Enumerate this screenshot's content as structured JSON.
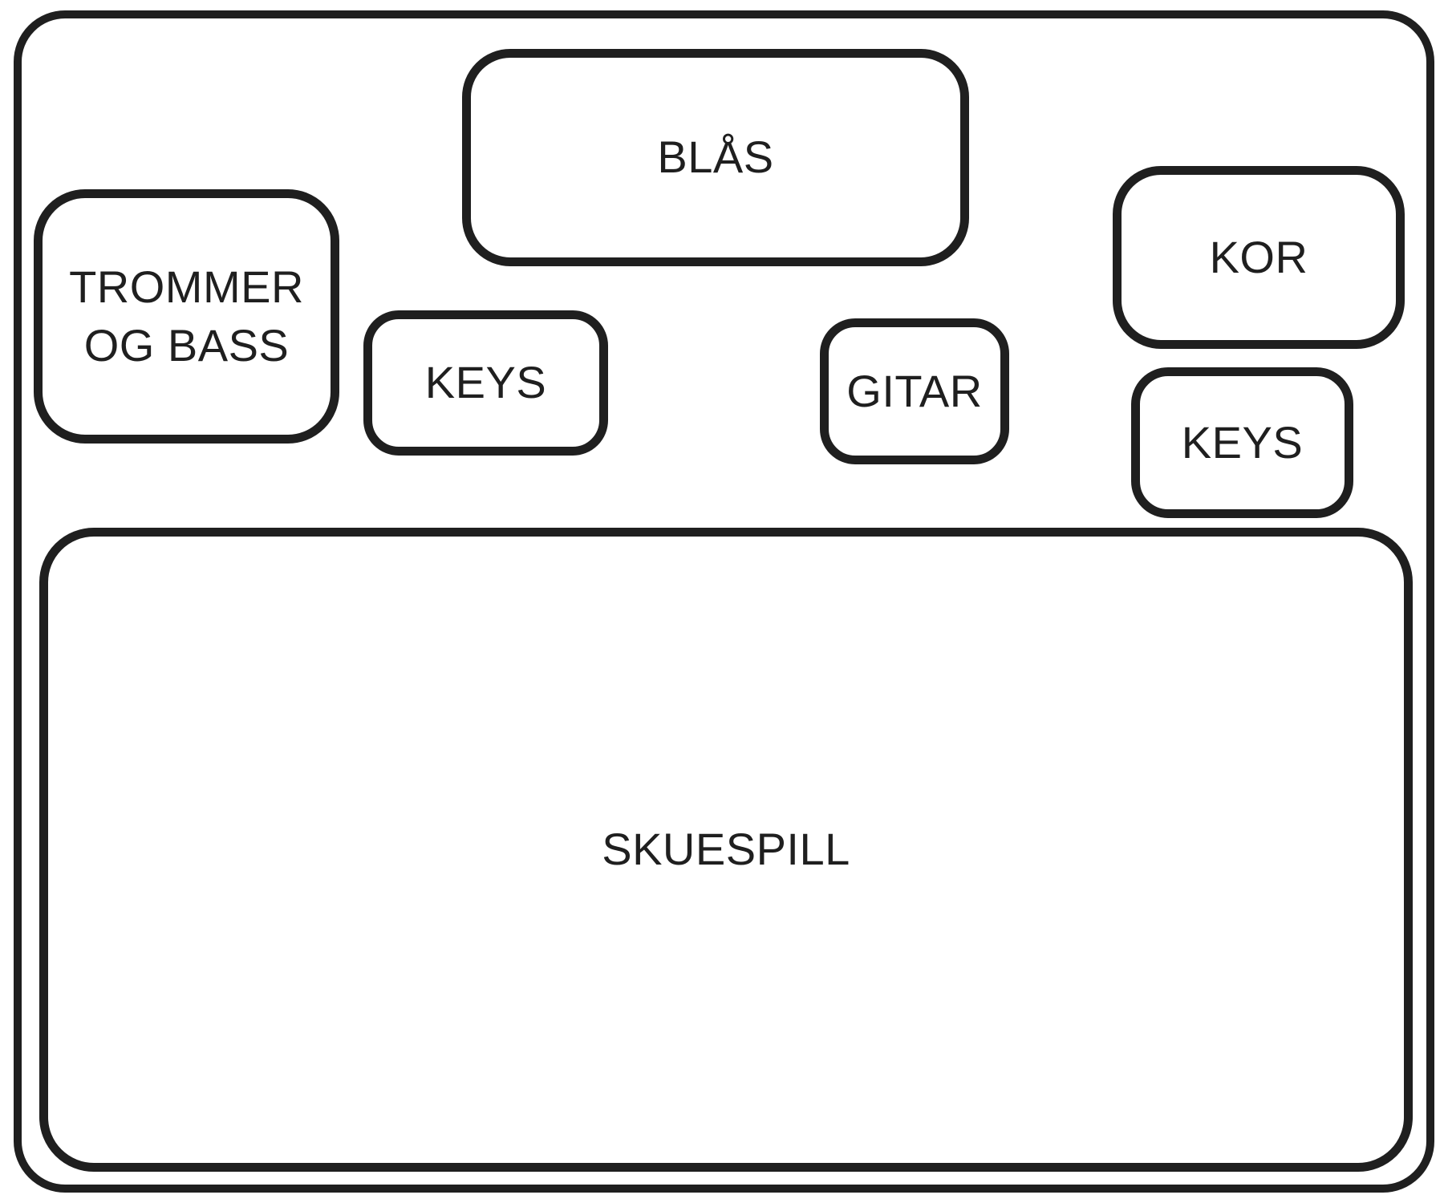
{
  "colors": {
    "ink": "#1f1f1f",
    "background": "#ffffff"
  },
  "boxes": {
    "blas": {
      "label": "BLÅS"
    },
    "trommer_og_bass": {
      "line1": "TROMMER",
      "line2": "OG BASS"
    },
    "keys_left": {
      "label": "KEYS"
    },
    "gitar": {
      "label": "GITAR"
    },
    "kor": {
      "label": "KOR"
    },
    "keys_right": {
      "label": "KEYS"
    },
    "skuespill": {
      "label": "SKUESPILL"
    }
  }
}
